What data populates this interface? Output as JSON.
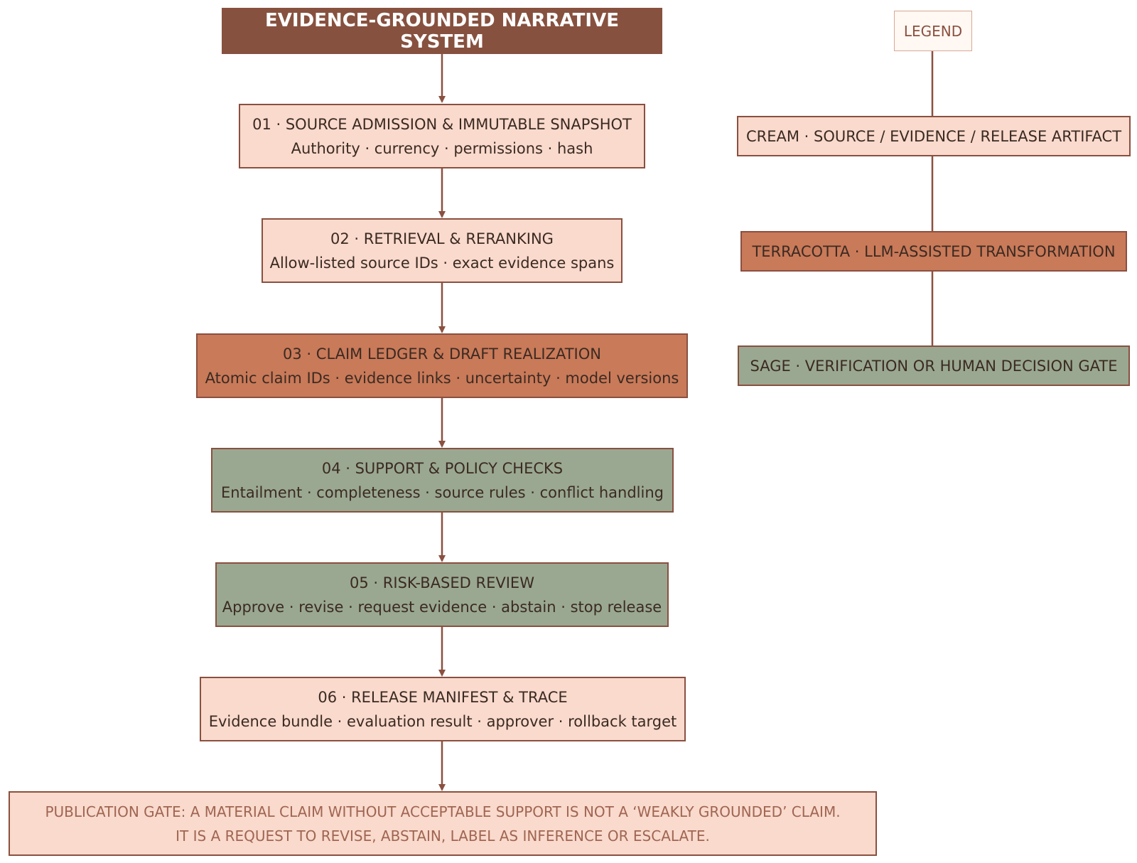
{
  "title": "EVIDENCE-GROUNDED NARRATIVE SYSTEM",
  "steps": [
    {
      "line1": "01 · SOURCE ADMISSION & IMMUTABLE SNAPSHOT",
      "line2": "Authority · currency · permissions · hash",
      "category": "cream"
    },
    {
      "line1": "02 · RETRIEVAL & RERANKING",
      "line2": "Allow-listed source IDs · exact evidence spans",
      "category": "cream"
    },
    {
      "line1": "03 · CLAIM LEDGER & DRAFT REALIZATION",
      "line2": "Atomic claim IDs · evidence links · uncertainty · model versions",
      "category": "terracotta"
    },
    {
      "line1": "04 · SUPPORT & POLICY CHECKS",
      "line2": "Entailment · completeness · source rules · conflict handling",
      "category": "sage"
    },
    {
      "line1": "05 · RISK-BASED REVIEW",
      "line2": "Approve · revise · request evidence · abstain · stop release",
      "category": "sage"
    },
    {
      "line1": "06 · RELEASE MANIFEST & TRACE",
      "line2": "Evidence bundle · evaluation result · approver · rollback target",
      "category": "cream"
    }
  ],
  "gate": {
    "line1": "PUBLICATION GATE: A MATERIAL CLAIM WITHOUT ACCEPTABLE SUPPORT IS NOT A ‘WEAKLY GROUNDED’ CLAIM.",
    "line2": "IT IS A REQUEST TO REVISE, ABSTAIN, LABEL AS INFERENCE OR ESCALATE."
  },
  "legend": {
    "title": "LEGEND",
    "items": [
      {
        "label": "CREAM · SOURCE / EVIDENCE / RELEASE ARTIFACT",
        "color": "#f9dacd"
      },
      {
        "label": "TERRACOTTA · LLM-ASSISTED TRANSFORMATION",
        "color": "#c97a59"
      },
      {
        "label": "SAGE · VERIFICATION OR HUMAN DECISION GATE",
        "color": "#9aa891"
      }
    ]
  },
  "colors": {
    "cream": "#f9dacd",
    "terracotta": "#c97a59",
    "sage": "#9aa891",
    "title_bg": "#87513f",
    "border": "#8a5040"
  }
}
